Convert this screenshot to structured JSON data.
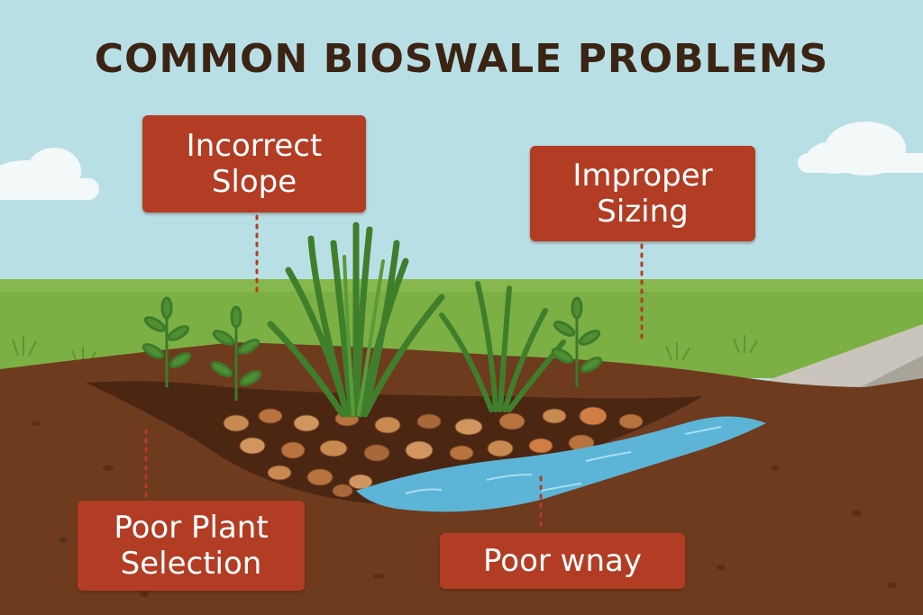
{
  "title": "COMMON BIOSWALE PROBLEMS",
  "labels": [
    {
      "lines": [
        "Incorrect",
        "Slope"
      ]
    },
    {
      "lines": [
        "Improper",
        "Sizing"
      ]
    },
    {
      "lines": [
        "Poor Plant",
        "Selection"
      ]
    },
    {
      "lines": [
        "Poor wnay"
      ]
    }
  ],
  "colors": {
    "sky": "#b9dfe6",
    "grass": "#76aa3f",
    "soil": "#6e3b1f",
    "label_bg": "#b23d24",
    "water": "#5cb5d6",
    "title": "#3b2414"
  }
}
